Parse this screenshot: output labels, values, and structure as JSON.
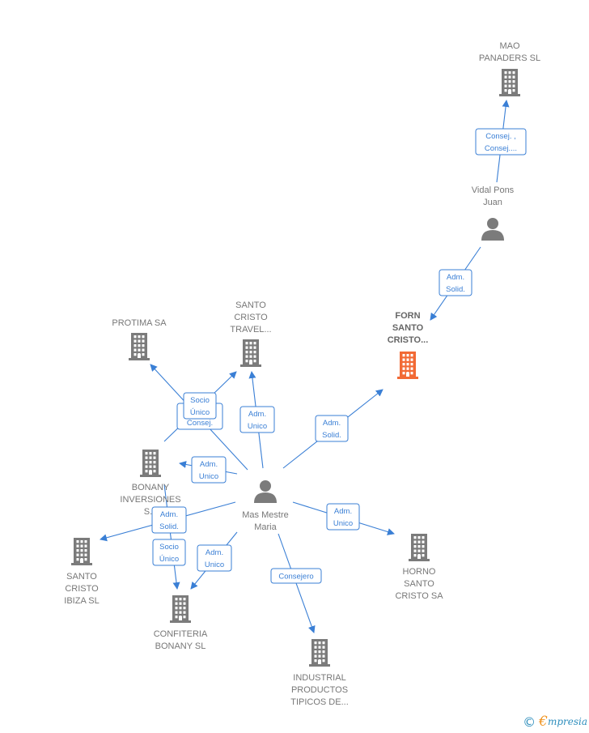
{
  "nodes": [
    {
      "id": "mao",
      "type": "company",
      "lines": [
        "MAO",
        "PANADERS SL"
      ],
      "highlight": false
    },
    {
      "id": "vidal",
      "type": "person",
      "lines": [
        "Vidal Pons",
        "Juan"
      ],
      "highlight": false
    },
    {
      "id": "forn",
      "type": "company",
      "lines": [
        "FORN",
        "SANTO",
        "CRISTO..."
      ],
      "highlight": true
    },
    {
      "id": "protima",
      "type": "company",
      "lines": [
        "PROTIMA SA"
      ],
      "highlight": false
    },
    {
      "id": "travel",
      "type": "company",
      "lines": [
        "SANTO",
        "CRISTO",
        "TRAVEL..."
      ],
      "highlight": false
    },
    {
      "id": "bonany",
      "type": "company",
      "lines": [
        "BONANY",
        "INVERSIONES",
        "S..."
      ],
      "highlight": false
    },
    {
      "id": "mas",
      "type": "person",
      "lines": [
        "Mas Mestre",
        "Maria"
      ],
      "highlight": false
    },
    {
      "id": "ibiza",
      "type": "company",
      "lines": [
        "SANTO",
        "CRISTO",
        "IBIZA  SL"
      ],
      "highlight": false
    },
    {
      "id": "confiteria",
      "type": "company",
      "lines": [
        "CONFITERIA",
        "BONANY  SL"
      ],
      "highlight": false
    },
    {
      "id": "industrial",
      "type": "company",
      "lines": [
        "INDUSTRIAL",
        "PRODUCTOS",
        "TIPICOS DE..."
      ],
      "highlight": false
    },
    {
      "id": "horno",
      "type": "company",
      "lines": [
        "HORNO",
        "SANTO",
        "CRISTO SA"
      ],
      "highlight": false
    }
  ],
  "edges": [
    {
      "from": "vidal",
      "to": "mao",
      "label": [
        "Consej. ,",
        "Consej...."
      ]
    },
    {
      "from": "vidal",
      "to": "forn",
      "label": [
        "Adm.",
        "Solid."
      ]
    },
    {
      "from": "mas",
      "to": "forn",
      "label": [
        "Adm.",
        "Solid."
      ]
    },
    {
      "from": "mas",
      "to": "travel",
      "label": [
        "Adm.",
        "Unico"
      ]
    },
    {
      "from": "mas",
      "to": "protima",
      "label": [
        "Consej.",
        "Consej."
      ]
    },
    {
      "from": "bonany",
      "to": "travel",
      "label": [
        "Socio",
        "Único"
      ]
    },
    {
      "from": "mas",
      "to": "bonany",
      "label": [
        "Adm.",
        "Unico"
      ]
    },
    {
      "from": "mas",
      "to": "ibiza",
      "label": [
        "Adm.",
        "Solid."
      ]
    },
    {
      "from": "bonany",
      "to": "confiteria",
      "label": [
        "Socio",
        "Único"
      ]
    },
    {
      "from": "mas",
      "to": "confiteria",
      "label": [
        "Adm.",
        "Unico"
      ]
    },
    {
      "from": "mas",
      "to": "industrial",
      "label": [
        "Consejero"
      ]
    },
    {
      "from": "mas",
      "to": "horno",
      "label": [
        "Adm.",
        "Unico"
      ]
    }
  ],
  "footer": {
    "copyright": "©",
    "brand_initial": "€",
    "brand_rest": "mpresia"
  }
}
